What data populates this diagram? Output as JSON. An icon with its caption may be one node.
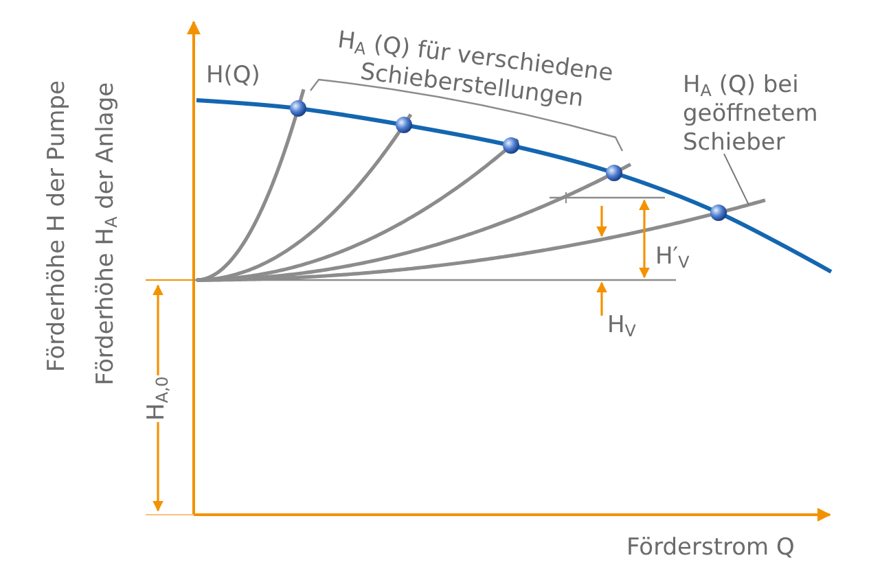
{
  "diagram": {
    "nodes": [
      {
        "text": [
          "H$_{A}$ (Q) bei geöffnetem Schieber"
        ]
      },
      {
        "text": [],
        "shape": "line"
      }
    ],
    "edges": [
      {
        "from": 0,
        "to": 1,
        "arrow": "none"
      }
    ],
    "labels": [
      "Förderhöhe H der Pumpe",
      "Förderhöhe H$_{A}$ der Anlage",
      "H(Q)",
      "H$_{A}$ (Q) für verschiedene Schieberstellungen",
      "H$_{A,0}$",
      "H′$_{V}$",
      "H$_{V}$",
      "Förderstrom Q"
    ]
  }
}
